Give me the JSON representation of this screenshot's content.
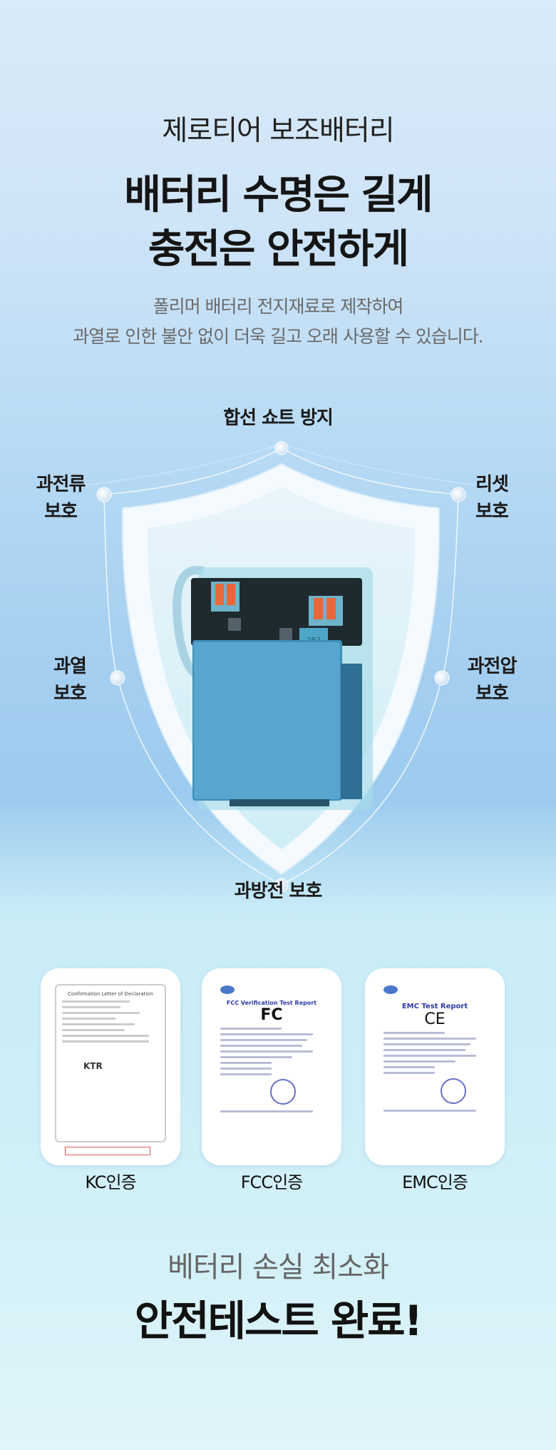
{
  "header": {
    "subtitle": "제로티어 보조배터리",
    "headline_line1": "배터리 수명은 길게",
    "headline_line2": "충전은 안전하게",
    "description_line1": "폴리머 배터리 전지재료로 제작하여",
    "description_line2": "과열로 인한 불안 없이 더욱 길고 오래 사용할 수 있습니다."
  },
  "protection": {
    "top": "합선 쇼트 방지",
    "upper_left": [
      "과전류",
      "보호"
    ],
    "upper_right": [
      "리셋",
      "보호"
    ],
    "middle_left": [
      "과열",
      "보호"
    ],
    "middle_right": [
      "과전압",
      "보호"
    ],
    "bottom": "과방전 보호",
    "board_chip_label": "2R2"
  },
  "certificates": [
    {
      "caption": "KC인증",
      "doc_title": "Confirmation Letter of Declaration",
      "logo": "KTR"
    },
    {
      "caption": "FCC인증",
      "doc_title": "FCC Verification Test Report",
      "logo": "FC"
    },
    {
      "caption": "EMC인증",
      "doc_title": "EMC Test Report",
      "logo": "CE"
    }
  ],
  "footer": {
    "subtitle": "베터리 손실 최소화",
    "headline": "안전테스트 완료!"
  },
  "colors": {
    "accent_blue": "#9ccbef",
    "doc_ink": "#2f3aa8",
    "usb_orange": "#e8683a"
  }
}
